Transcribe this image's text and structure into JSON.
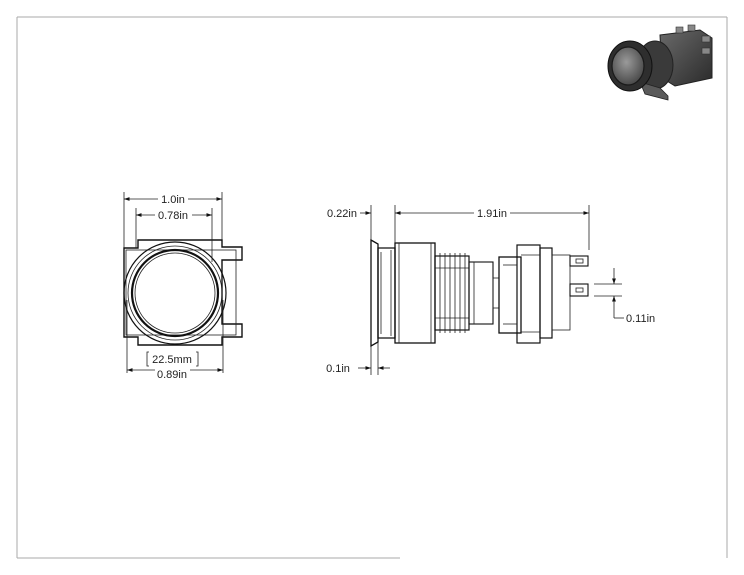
{
  "front_view": {
    "overall_width": "1.0in",
    "bezel_width": "0.78in",
    "diameter_mm": "22.5mm",
    "diameter_in": "0.89in"
  },
  "side_view": {
    "bezel_depth": "0.22in",
    "overall_length": "1.91in",
    "flange_thickness": "0.1in",
    "terminal_thickness": "0.11in"
  },
  "thumbnail_icon": "pushbutton-switch-3d-icon"
}
